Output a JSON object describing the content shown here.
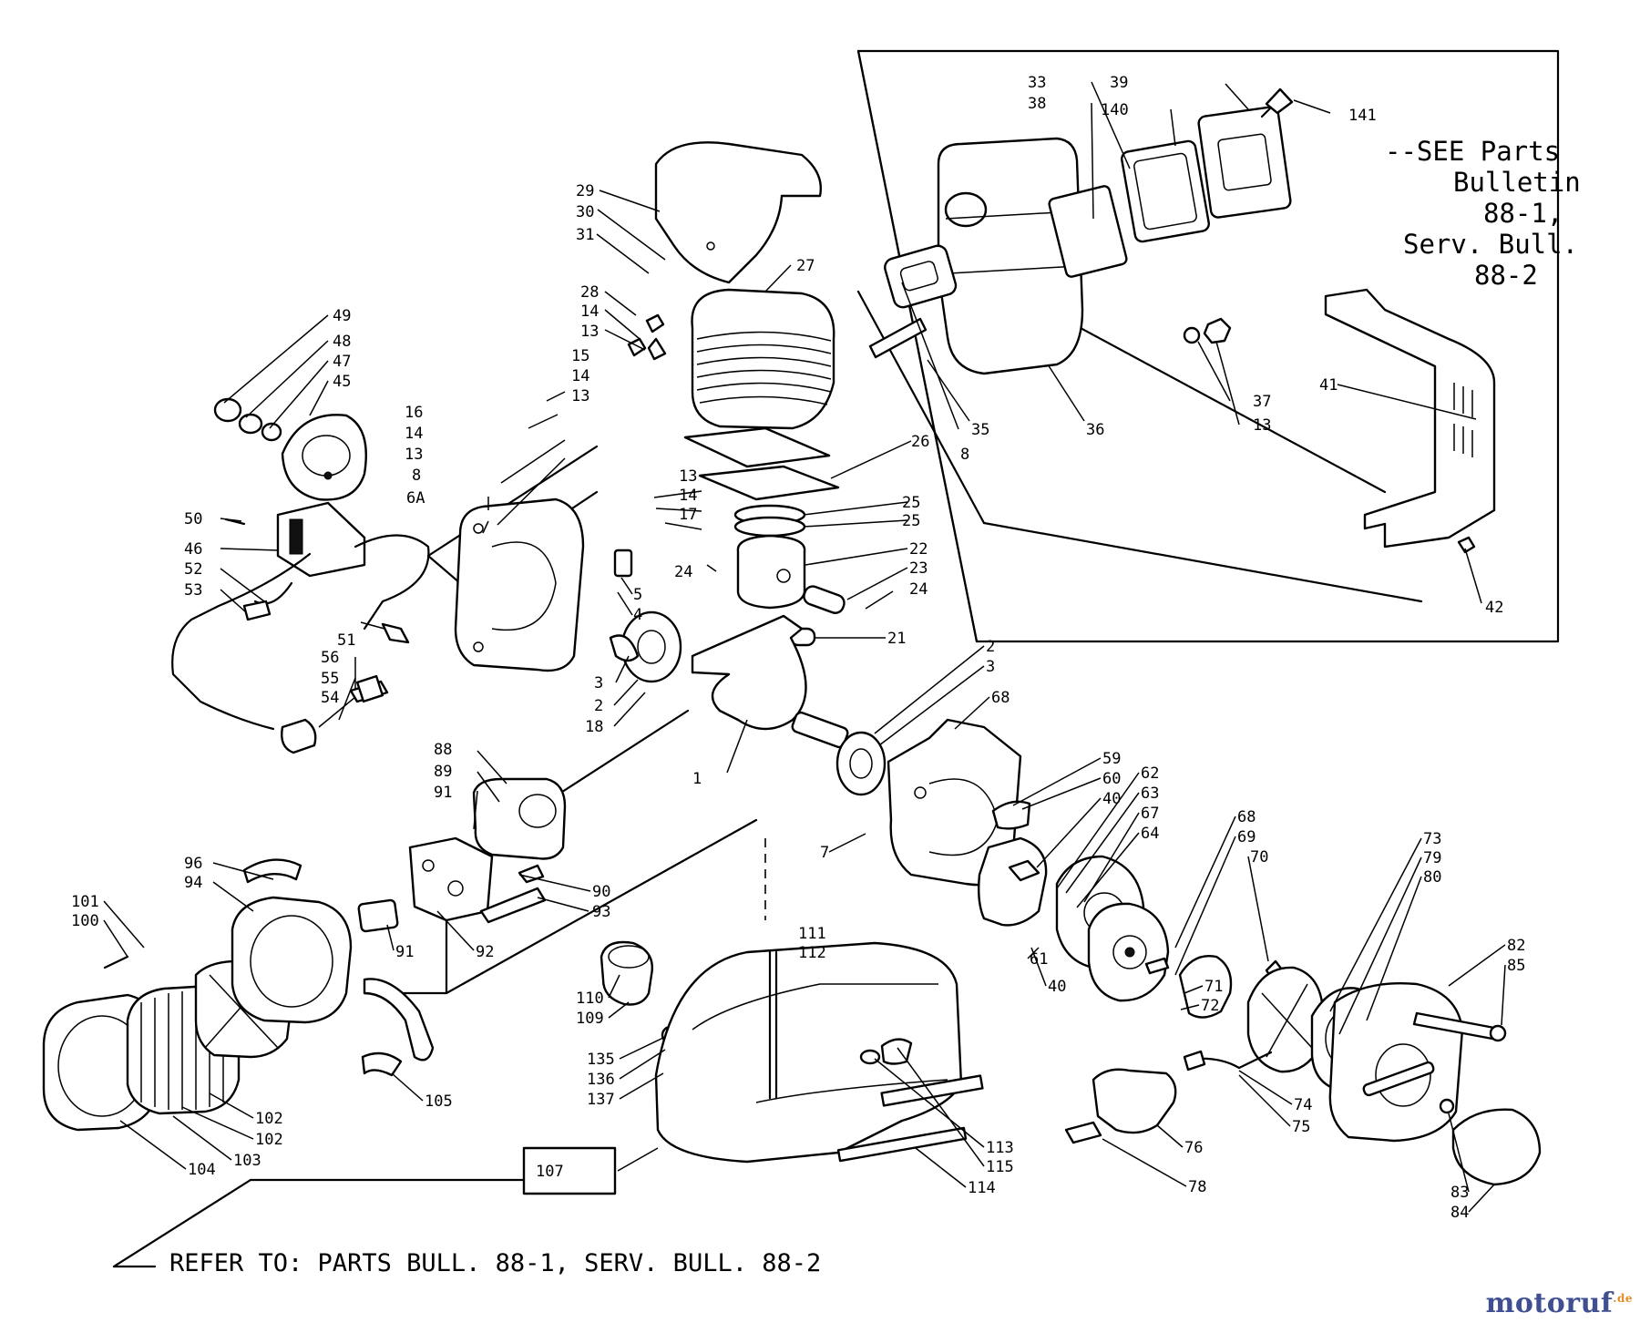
{
  "diagram": {
    "callouts": {
      "c49": "49",
      "c48": "48",
      "c47": "47",
      "c45": "45",
      "c29": "29",
      "c30": "30",
      "c31": "31",
      "c27": "27",
      "c28": "28",
      "c14a": "14",
      "c13a": "13",
      "c15": "15",
      "c14b": "14",
      "c13b": "13",
      "c16": "16",
      "c14c": "14",
      "c13c": "13",
      "c8a": "8",
      "c6A": "6A",
      "c13d": "13",
      "c14d": "14",
      "c17": "17",
      "c26": "26",
      "c25a": "25",
      "c25b": "25",
      "c22": "22",
      "c24a": "24",
      "c23": "23",
      "c24b": "24",
      "c5": "5",
      "c4": "4",
      "c21": "21",
      "c50": "50",
      "c46": "46",
      "c52": "52",
      "c53": "53",
      "c51": "51",
      "c56": "56",
      "c55": "55",
      "c54": "54",
      "c3a": "3",
      "c2a": "2",
      "c18": "18",
      "c1": "1",
      "c2b": "2",
      "c3b": "3",
      "c68a": "68",
      "c33": "33",
      "c38": "38",
      "c39": "39",
      "c140": "140",
      "c141": "141",
      "c35": "35",
      "c8b": "8",
      "c36": "36",
      "c37": "37",
      "c13e": "13",
      "c41": "41",
      "c42": "42",
      "c88": "88",
      "c89": "89",
      "c91a": "91",
      "c90": "90",
      "c93": "93",
      "c92": "92",
      "c91b": "91",
      "c7": "7",
      "c59": "59",
      "c60": "60",
      "c40a": "40",
      "c62": "62",
      "c63": "63",
      "c67": "67",
      "c64": "64",
      "c68b": "68",
      "c69": "69",
      "c70": "70",
      "c61": "61",
      "c40b": "40",
      "c71": "71",
      "c72": "72",
      "c73": "73",
      "c79": "79",
      "c80": "80",
      "c82": "82",
      "c85": "85",
      "c74": "74",
      "c75": "75",
      "c76": "76",
      "c78": "78",
      "c83": "83",
      "c84": "84",
      "c96": "96",
      "c94": "94",
      "c101": "101",
      "c100": "100",
      "c102a": "102",
      "c102b": "102",
      "c103": "103",
      "c104": "104",
      "c105": "105",
      "c111": "111",
      "c112": "112",
      "c110": "110",
      "c109": "109",
      "c135": "135",
      "c136": "136",
      "c137": "137",
      "c113": "113",
      "c115": "115",
      "c114": "114",
      "c107": "107"
    },
    "note_lines": [
      "--SEE Parts",
      "Bulletin",
      "88-1,",
      "Serv. Bull.",
      "88-2"
    ],
    "footer_text": "REFER TO: PARTS BULL. 88-1, SERV. BULL. 88-2"
  },
  "watermark": {
    "text": "motoruf",
    "suffix": ".de",
    "colors": {
      "main": "#3f4f91",
      "suffix": "#e08a22"
    }
  }
}
